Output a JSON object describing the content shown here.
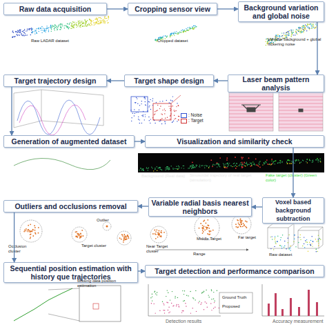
{
  "diagram": {
    "nodes": [
      {
        "text": [
          "Raw data acquisition"
        ]
      },
      {
        "text": [
          "Cropping sensor view"
        ]
      },
      {
        "text": [
          "Background variation and global noise"
        ]
      },
      {
        "text": [
          "Target trajectory design"
        ]
      },
      {
        "text": [
          "Target shape design"
        ]
      },
      {
        "text": [
          "Laser beam pattern analysis"
        ]
      },
      {
        "text": [
          "Generation of augmented dataset"
        ]
      },
      {
        "text": [
          "Visualization and similarity check"
        ]
      },
      {
        "text": [
          "Outliers and occlusions removal"
        ]
      },
      {
        "text": [
          "Variable radial basis nearest neighbors"
        ]
      },
      {
        "text": [
          "Voxel based background subtraction"
        ]
      },
      {
        "text": [
          "Sequential position estimation with history que trajectories"
        ]
      },
      {
        "text": [
          "Target detection and performance comparison"
        ]
      }
    ],
    "edges": [
      {
        "from": 0,
        "to": 1,
        "arrow": "to"
      },
      {
        "from": 1,
        "to": 2,
        "arrow": "to"
      },
      {
        "from": 2,
        "to": 5,
        "arrow": "to"
      },
      {
        "from": 5,
        "to": 4,
        "arrow": "to"
      },
      {
        "from": 4,
        "to": 3,
        "arrow": "to"
      },
      {
        "from": 3,
        "to": 6,
        "arrow": "to"
      },
      {
        "from": 6,
        "to": 7,
        "arrow": "to"
      },
      {
        "from": 7,
        "to": 10,
        "arrow": "to"
      },
      {
        "from": 10,
        "to": 9,
        "arrow": "to"
      },
      {
        "from": 9,
        "to": 8,
        "arrow": "to"
      },
      {
        "from": 8,
        "to": 11,
        "arrow": "to"
      },
      {
        "from": 11,
        "to": 12,
        "arrow": "to"
      }
    ],
    "labels": [
      "Raw LADAR dataset",
      "Cropped dataset",
      "Variable background + global flickering noise",
      "Background (Real data)",
      "Sinusoidal trajectory of real target (simulation)",
      "Fake target (cluster) (Green color)",
      "Outlier",
      "Occlusion cluster",
      "Target cluster",
      "Near Target cluster",
      "Middle Target",
      "Far target",
      "Range",
      "Raw dataset",
      "Missing data position estimation",
      "Detection results",
      "Accuracy measurement",
      "Ground Truth",
      "Proposed"
    ],
    "legend": [
      {
        "text": ": Noise"
      },
      {
        "text": ": Target"
      }
    ]
  }
}
